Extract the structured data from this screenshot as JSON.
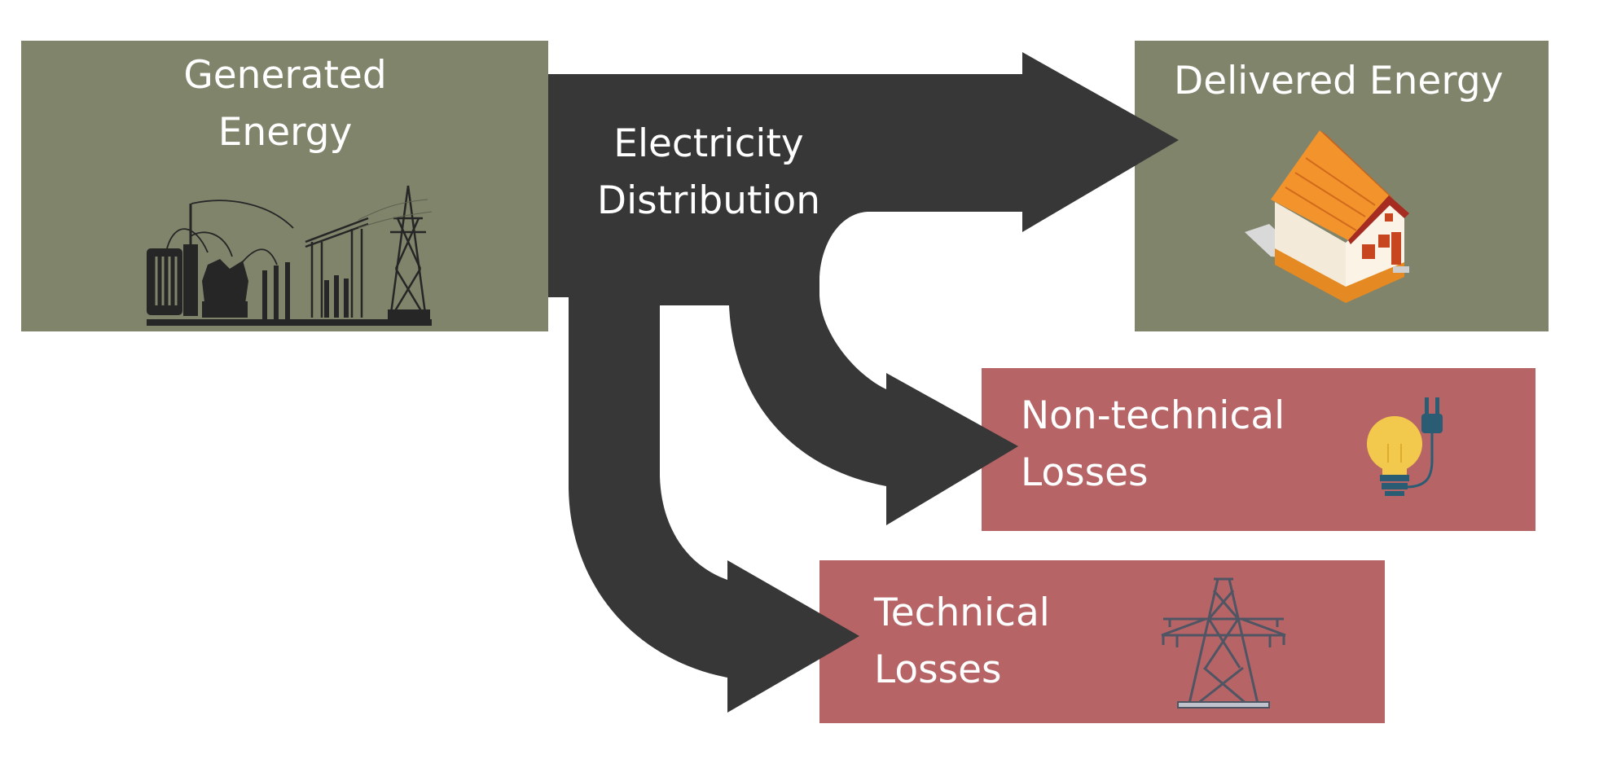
{
  "colors": {
    "source_box": "#80846b",
    "loss_box": "#b76467",
    "arrow": "#373737",
    "text": "#ffffff"
  },
  "nodes": {
    "generated": {
      "line1": "Generated",
      "line2": "Energy",
      "illustration": "power-substation-silhouette"
    },
    "distribution": {
      "line1": "Electricity",
      "line2": "Distribution"
    },
    "delivered": {
      "label": "Delivered Energy",
      "illustration": "house-icon"
    },
    "non_technical": {
      "line1": "Non-technical",
      "line2": "Losses",
      "illustration": "lightbulb-plug-icon"
    },
    "technical": {
      "line1": "Technical",
      "line2": "Losses",
      "illustration": "transmission-tower-icon"
    }
  },
  "edges": [
    {
      "from": "generated",
      "to": "delivered"
    },
    {
      "from": "distribution",
      "to": "non_technical"
    },
    {
      "from": "distribution",
      "to": "technical"
    }
  ]
}
